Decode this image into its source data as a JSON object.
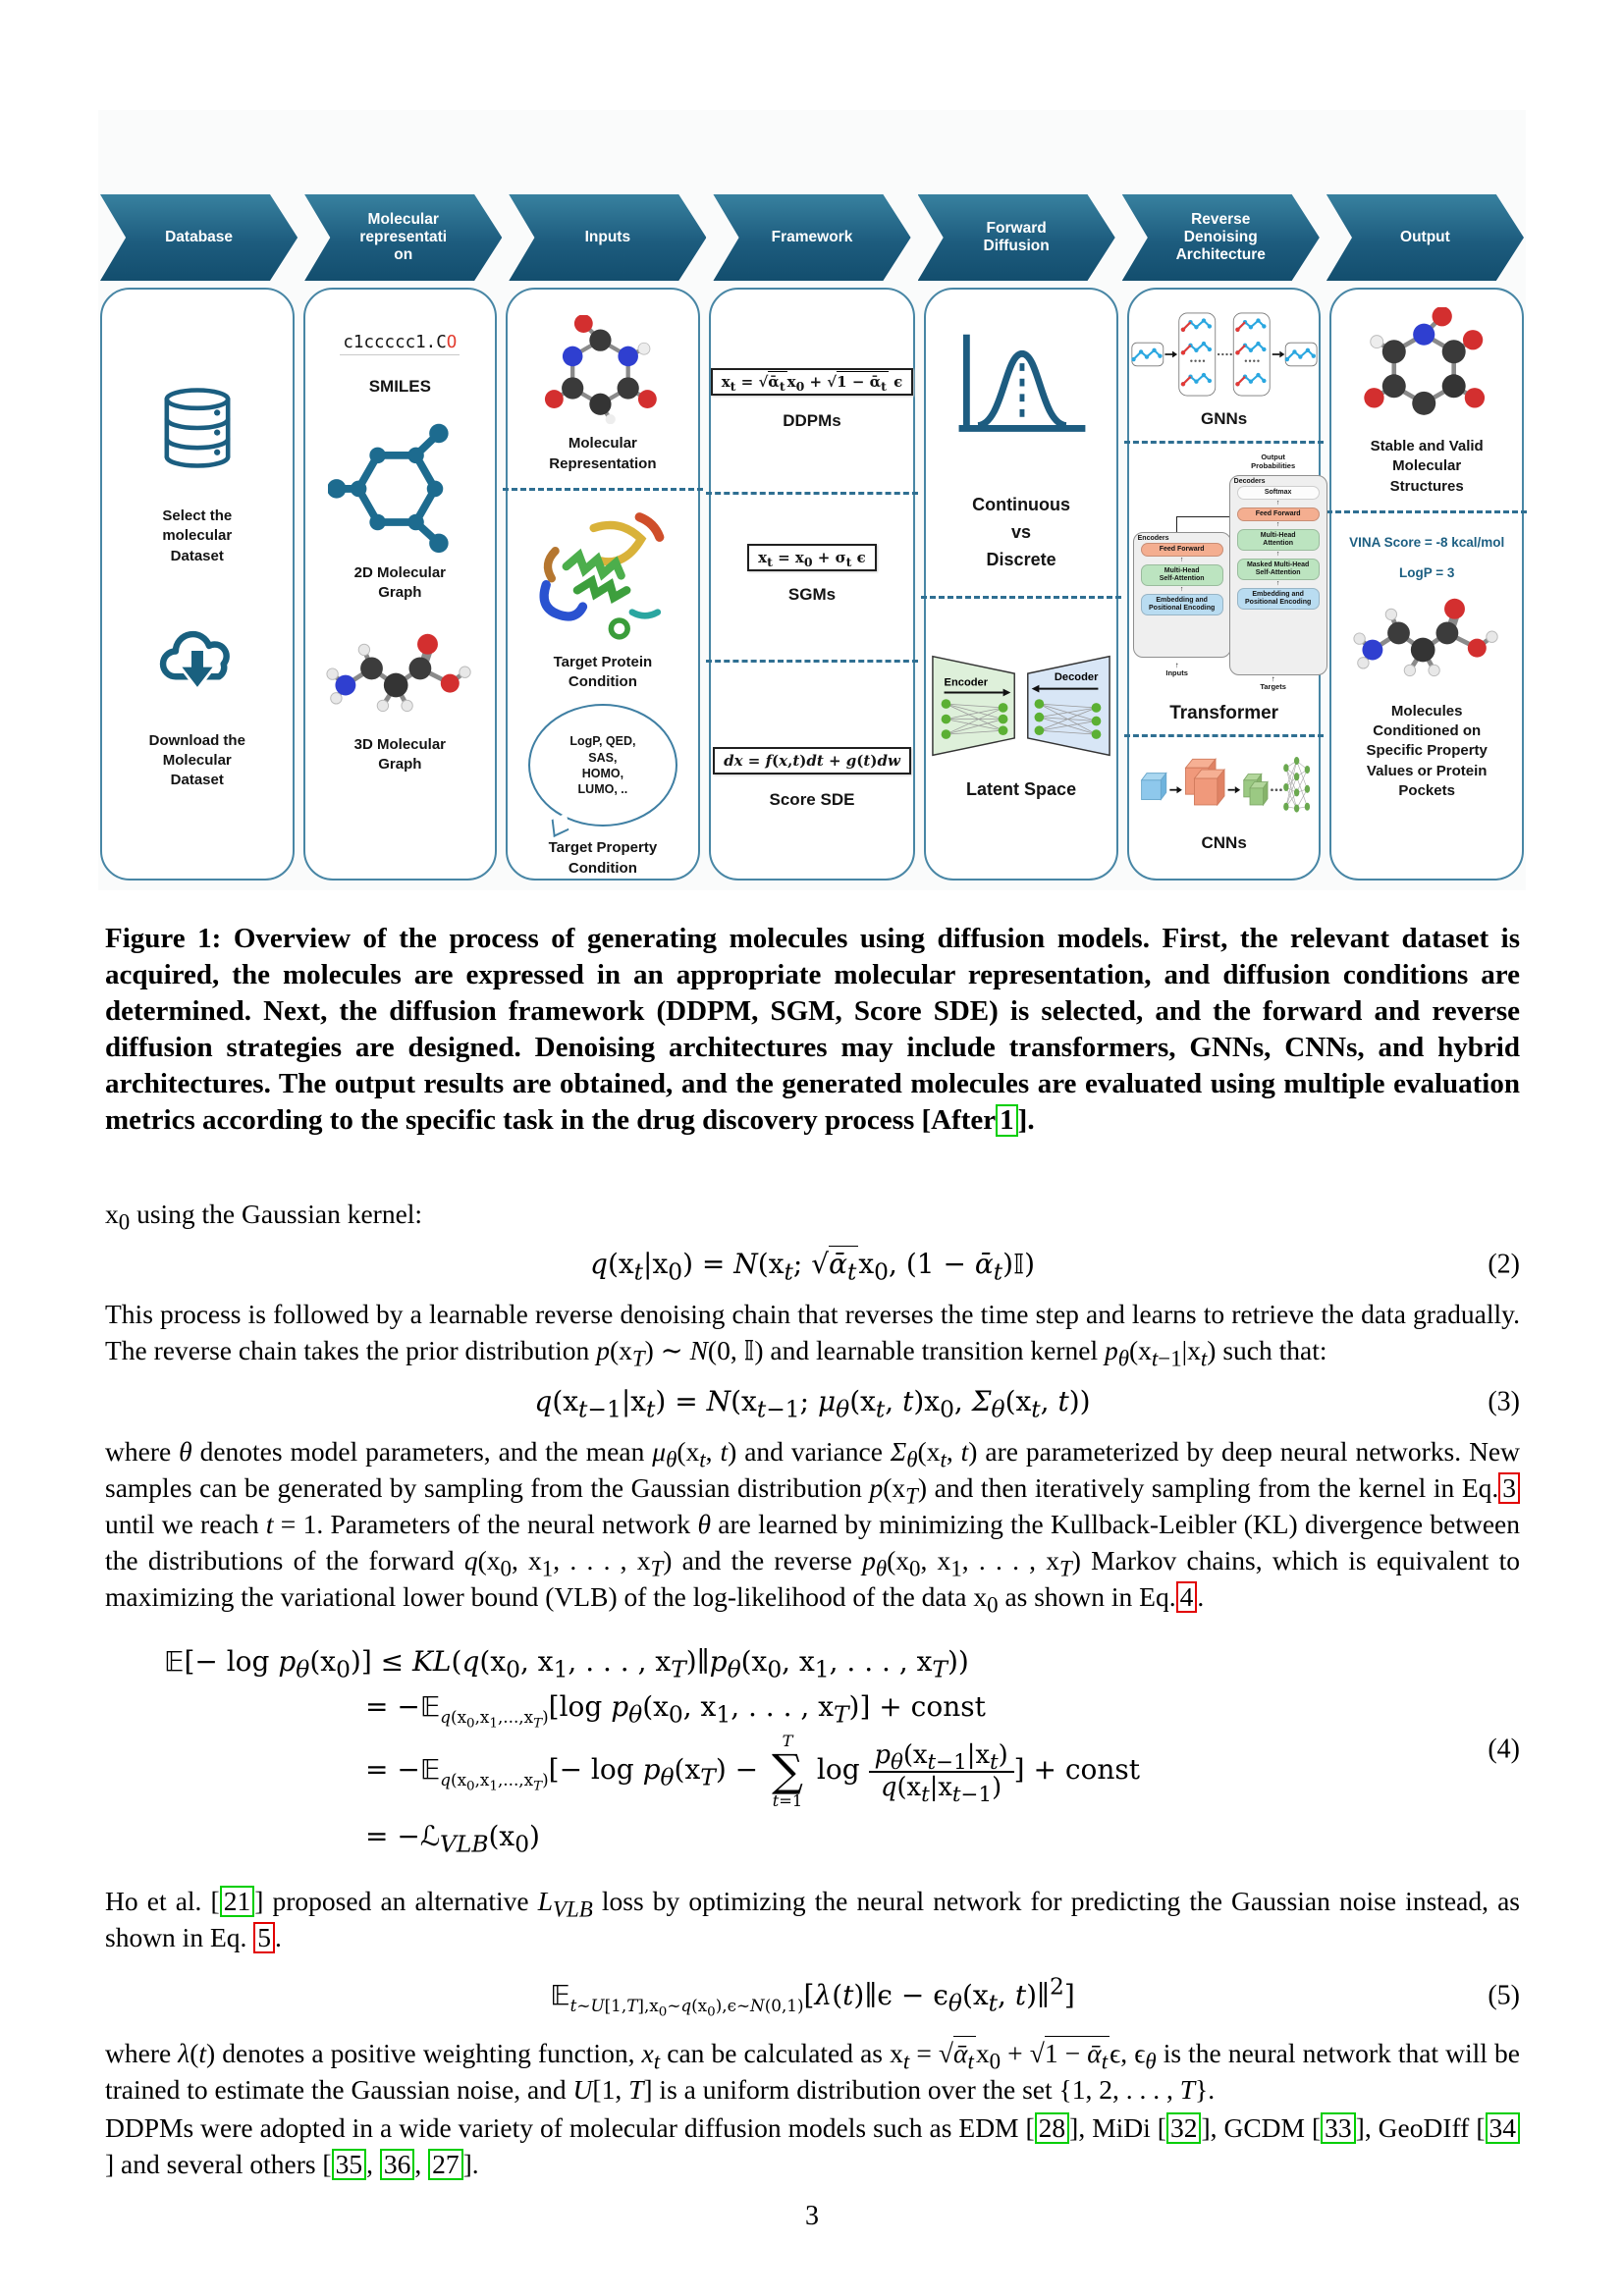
{
  "page": {
    "number": "3"
  },
  "figure": {
    "headers": [
      "Database",
      "Molecular\nrepresentati\non",
      "Inputs",
      "Framework",
      "Forward\nDiffusion",
      "Reverse\nDenoising\nArchitecture",
      "Output"
    ],
    "database": {
      "select": "Select the\nmolecular\nDataset",
      "download": "Download the\nMolecular\nDataset"
    },
    "representation": {
      "smiles": "c1ccccc1.C",
      "smiles_suffix": "O",
      "smiles_label": "SMILES",
      "graph2d": "2D Molecular\nGraph",
      "graph3d": "3D Molecular\nGraph"
    },
    "inputs": {
      "mol_rep": "Molecular\nRepresentation",
      "protein": "Target Protein\nCondition",
      "bubble": "LogP, QED,\nSAS,\nHOMO,\nLUMO, ..",
      "property": "Target Property\nCondition"
    },
    "framework": {
      "eq_ddpm": "x<sub>t</sub> = <span class='sq'>√<span class='ov'>ᾱ<sub>t</sub></span></span>x<sub>0</sub> + <span class='sq'>√<span class='ov'>1 − ᾱ<sub>t</sub></span></span> ϵ",
      "ddpm": "DDPMs",
      "eq_sgm": "x<sub>t</sub> = x<sub>0</sub> + σ<sub>t</sub> ϵ",
      "sgm": "SGMs",
      "eq_sde": "<i>dx</i> = <i>f</i>(<i>x</i>,<i>t</i>)<i>dt</i> + <i>g</i>(<i>t</i>)<i>dw</i>",
      "sde": "Score SDE"
    },
    "forward": {
      "cvd": "Continuous\nvs\nDiscrete",
      "encoder": "Encoder",
      "decoder": "Decoder",
      "latent": "Latent Space"
    },
    "reverse": {
      "gnn": "GNNs",
      "transformer": "Transformer",
      "cnn": "CNNs",
      "tx": {
        "out": "Output\nProbabilities",
        "decoders": "Decoders",
        "softmax": "Softmax",
        "ff": "Feed Forward",
        "mha": "Multi-Head\nAttention",
        "mmhsa": "Masked Multi-Head\nSelf-Attention",
        "emb": "Embedding and\nPositional Encoding",
        "encoders": "Encoders",
        "ff2": "Feed Forward",
        "mhsa": "Multi-Head\nSelf-Attention",
        "emb2": "Embedding and\nPositional Encoding",
        "inputs": "Inputs",
        "targets": "Targets"
      }
    },
    "output": {
      "stable": "Stable and Valid\nMolecular\nStructures",
      "vina": "VINA Score = -8 kcal/mol",
      "logp": "LogP = 3",
      "conditioned": "Molecules\nConditioned on\nSpecific Property\nValues or Protein\nPockets"
    }
  },
  "caption": {
    "html": "Figure 1: Overview of the process of generating molecules using diffusion models.  First, the relevant dataset is acquired, the molecules are expressed in an appropriate molecular representation, and diffusion conditions are determined.  Next, the diffusion framework (DDPM, SGM, Score SDE) is selected, and the forward and reverse diffusion strategies are designed.  Denoising architectures may include transformers, GNNs, CNNs, and hybrid architectures.  The output results are obtained, and the generated molecules are evaluated using multiple evaluation metrics according to the specific task in the drug discovery process [After<span class='rg' data-name='citation-ref-1' data-interactable='true'>1</span>]."
  },
  "body": {
    "intro_html": "x<sub>0</sub> using the Gaussian kernel:",
    "eq2": {
      "html": "<i>q</i>(x<sub><i>t</i></sub>|x<sub>0</sub>) = <i>N</i>(x<sub><i>t</i></sub>; <span class='sq'>√<span class='ov'><i>ᾱ<sub>t</sub></i></span></span>x<sub>0</sub>, (1 − <i>ᾱ<sub>t</sub></i>)<span class='bb'>𝕀</span>)",
      "num": "(2)"
    },
    "p1_html": "This process is followed by a learnable reverse denoising chain that reverses the time step and learns to retrieve the data gradually.  The reverse chain takes the prior distribution <i>p</i>(x<sub><i>T</i></sub>) ∼ <i>N</i>(0, <span class='bb'>𝕀</span>) and learnable transition kernel <i>p<sub>θ</sub></i>(x<sub><i>t</i>−1</sub>|x<sub><i>t</i></sub>) such that:",
    "eq3": {
      "html": "<i>q</i>(x<sub><i>t</i>−1</sub>|x<sub><i>t</i></sub>) = <i>N</i>(x<sub><i>t</i>−1</sub>; <i>μ<sub>θ</sub></i>(x<sub><i>t</i></sub>, <i>t</i>)x<sub>0</sub>, <i>Σ<sub>θ</sub></i>(x<sub><i>t</i></sub>, <i>t</i>))",
      "num": "(3)"
    },
    "p2_html": "where <i>θ</i> denotes model parameters, and the mean <i>μ<sub>θ</sub></i>(x<sub><i>t</i></sub>, <i>t</i>) and variance <i>Σ<sub>θ</sub></i>(x<sub><i>t</i></sub>, <i>t</i>) are parameterized by deep neural networks.  New samples can be generated by sampling from the Gaussian distribution <i>p</i>(x<sub><i>T</i></sub>) and then iteratively sampling from the kernel in Eq.<span class='rr' data-name='eq-ref-3' data-interactable='true'>3</span> until we reach <i>t</i> = 1.  Parameters of the neural network <i>θ</i> are learned by minimizing the Kullback-Leibler (KL) divergence between the distributions of the forward <i>q</i>(x<sub>0</sub>, x<sub>1</sub>, . . . , x<sub><i>T</i></sub>) and the reverse <i>p<sub>θ</sub></i>(x<sub>0</sub>, x<sub>1</sub>, . . . , x<sub><i>T</i></sub>) Markov chains, which is equivalent to maximizing the variational lower bound (VLB) of the log-likelihood of the data x<sub>0</sub> as shown in Eq.<span class='rr' data-name='eq-ref-4' data-interactable='true'>4</span>.",
    "eq4": {
      "l1": "<span class='bb'>𝔼</span>[− log <i>p<sub>θ</sub></i>(x<sub>0</sub>)] ≤ <i>KL</i>(<i>q</i>(x<sub>0</sub>, x<sub>1</sub>, . . . , x<sub><i>T</i></sub>)∥<i>p<sub>θ</sub></i>(x<sub>0</sub>, x<sub>1</sub>, . . . , x<sub><i>T</i></sub>))",
      "l2": "= −<span class='bb'>𝔼</span><sub class='sm'><i>q</i>(x<sub>0</sub>,x<sub>1</sub>,...,x<sub><i>T</i></sub>)</sub>[log <i>p<sub>θ</sub></i>(x<sub>0</sub>, x<sub>1</sub>, . . . , x<sub><i>T</i></sub>)] + const",
      "l3": "= −<span class='bb'>𝔼</span><sub class='sm'><i>q</i>(x<sub>0</sub>,x<sub>1</sub>,...,x<sub><i>T</i></sub>)</sub>[− log <i>p<sub>θ</sub></i>(x<sub><i>T</i></sub>) − <span class='sum'><span class='t'><i>T</i></span><span class='sg'>∑</span><span class='b'><i>t</i>=1</span></span> log <span class='frac'><span class='nu'><i>p<sub>θ</sub></i>(x<sub><i>t</i>−1</sub>|x<sub><i>t</i></sub>)</span><span class='de'><i>q</i>(x<sub><i>t</i></sub>|x<sub><i>t</i>−1</sub>)</span></span>] + const",
      "l4": "= −<span class='bb'>ℒ</span><sub><i>VLB</i></sub>(x<sub>0</sub>)",
      "num": "(4)"
    },
    "p3_html": "Ho et al. [<span class='rg' data-name='citation-ref-21' data-interactable='true'>21</span>] proposed an alternative <i>L<sub>VLB</sub></i> loss by optimizing the neural network for predicting the Gaussian noise instead, as shown in Eq. <span class='rr' data-name='eq-ref-5' data-interactable='true'>5</span>.",
    "eq5": {
      "html": "<span class='bb'>𝔼</span><sub class='sm'><i>t</i>∼<i>U</i>[1,<i>T</i>],x<sub>0</sub>∼<i>q</i>(x<sub>0</sub>),ϵ∼<i>N</i>(0,1)</sub>[<i>λ</i>(<i>t</i>)∥ϵ − ϵ<sub><i>θ</i></sub>(x<sub><i>t</i></sub>, <i>t</i>)∥<sup>2</sup>]",
      "num": "(5)"
    },
    "p4_html": "where <i>λ</i>(<i>t</i>) denotes a positive weighting function, <i>x<sub>t</sub></i> can be calculated as x<sub><i>t</i></sub> = <span class='sq'>√<span class='ov'><i>ᾱ<sub>t</sub></i></span></span>x<sub>0</sub> + <span class='sq'>√<span class='ov'>1 − <i>ᾱ<sub>t</sub></i></span></span>ϵ, ϵ<sub><i>θ</i></sub> is the neural network that will be trained to estimate the Gaussian noise, and <i>U</i>[1, <i>T</i>] is a uniform distribution over the set {1, 2, . . . , <i>T</i>}.",
    "p5_html": "DDPMs were adopted in a wide variety of molecular diffusion models such as EDM [<span class='rg' data-name='citation-ref-28' data-interactable='true'>28</span>], MiDi [<span class='rg' data-name='citation-ref-32' data-interactable='true'>32</span>], GCDM [<span class='rg' data-name='citation-ref-33' data-interactable='true'>33</span>], GeoDIff [<span class='rg' data-name='citation-ref-34' data-interactable='true'>34</span>] and several others [<span class='rg' data-name='citation-ref-35' data-interactable='true'>35</span>, <span class='rg' data-name='citation-ref-36' data-interactable='true'>36</span>, <span class='rg' data-name='citation-ref-27' data-interactable='true'>27</span>]."
  }
}
